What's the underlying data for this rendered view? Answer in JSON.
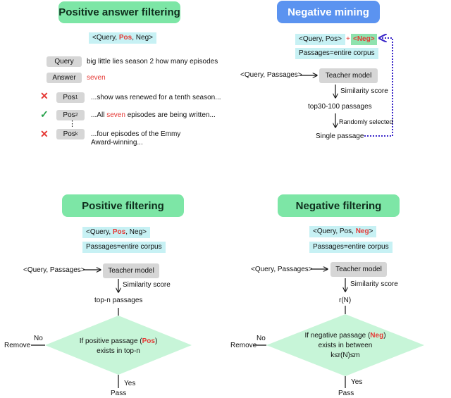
{
  "panels": {
    "pos_answer": {
      "title": "Positive answer filtering",
      "triple": {
        "prefix": "<Query, ",
        "pos": "Pos",
        "sep": ", Neg>"
      },
      "query_label": "Query",
      "query_text": "big little lies season 2 how many episodes",
      "answer_label": "Answer",
      "answer_text": "seven",
      "rows": [
        {
          "label": "Pos",
          "sub": "1",
          "text": "...show was renewed for a tenth season..."
        },
        {
          "label": "Pos",
          "sub": "2",
          "text_pre": "...All ",
          "text_red": "seven",
          "text_post": " episodes are being written..."
        },
        {
          "dots": "⋮"
        },
        {
          "label": "Pos",
          "sub": "k",
          "text": "...four episodes of the Emmy Award-winning..."
        }
      ]
    },
    "neg_mining": {
      "title": "Negative mining",
      "triple": "<Query, Pos>",
      "plus": "+",
      "neg_tag": "<Neg>",
      "passages": "Passages=entire corpus",
      "input": "<Query, Passages>",
      "teacher": "Teacher model",
      "similarity": "Similarity score",
      "topk": "top30-100 passages",
      "random": "Randomly selected",
      "single": "Single passage"
    },
    "pos_filter": {
      "title": "Positive filtering",
      "triple": {
        "prefix": "<Query, ",
        "pos": "Pos",
        "sep": ", Neg>"
      },
      "passages": "Passages=entire corpus",
      "input": "<Query, Passages>",
      "teacher": "Teacher model",
      "similarity": "Similarity score",
      "topn": "top-n passages",
      "cond_pre": "If positive passage (",
      "cond_red": "Pos",
      "cond_post": ")",
      "cond_line2": "exists in top-n",
      "no": "No",
      "remove": "Remove",
      "yes": "Yes",
      "pass": "Pass"
    },
    "neg_filter": {
      "title": "Negative filtering",
      "triple": {
        "prefix": "<Query, Pos, ",
        "neg": "Neg",
        "suffix": ">"
      },
      "passages": "Passages=entire corpus",
      "input": "<Query, Passages>",
      "teacher": "Teacher model",
      "similarity": "Similarity score",
      "rn": "r(N)",
      "cond_pre": "If negative passage (",
      "cond_red": "Neg",
      "cond_post": ")",
      "cond_line2": "exists in between",
      "cond_line3": "k≤r(N)≤m",
      "no": "No",
      "remove": "Remove",
      "yes": "Yes",
      "pass": "Pass"
    }
  },
  "colors": {
    "green": "#7de6a6",
    "blue": "#5b93f0",
    "tag": "#c7f1f4",
    "red": "#e53935",
    "diamond": "#c7f5d8"
  }
}
